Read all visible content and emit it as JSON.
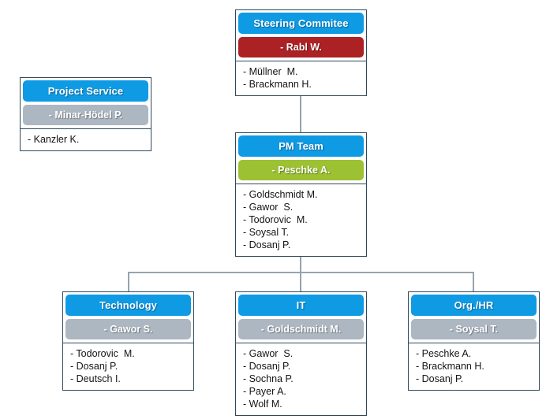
{
  "chart": {
    "type": "org-chart",
    "title": "",
    "background": "#ffffff",
    "colors": {
      "header_blue": "#0f9ae4",
      "lead_red": "#ac2224",
      "lead_green": "#9cc132",
      "lead_gray": "#adb7c2",
      "border": "#2f4a5c",
      "connector": "#97a3ad",
      "text_dark": "#141414",
      "text_light": "#ffffff"
    },
    "nodes": [
      {
        "id": "steering",
        "title": "Steering Commitee",
        "lead": "- Rabl W.",
        "lead_color": "#ac2224",
        "members": [
          "- Müllner  M.",
          "- Brackmann H."
        ]
      },
      {
        "id": "project-service",
        "title": "Project Service",
        "lead": "- Minar-Hödel P.",
        "lead_color": "#adb7c2",
        "members": [
          "- Kanzler K."
        ]
      },
      {
        "id": "pm-team",
        "title": "PM Team",
        "lead": "- Peschke A.",
        "lead_color": "#9cc132",
        "members": [
          "- Goldschmidt M.",
          "- Gawor  S.",
          "- Todorovic  M.",
          "- Soysal T.",
          "- Dosanj P."
        ]
      },
      {
        "id": "technology",
        "title": "Technology",
        "lead": "- Gawor S.",
        "lead_color": "#adb7c2",
        "members": [
          "- Todorovic  M.",
          "- Dosanj P.",
          "- Deutsch I."
        ]
      },
      {
        "id": "it",
        "title": "IT",
        "lead": "- Goldschmidt M.",
        "lead_color": "#adb7c2",
        "members": [
          "- Gawor  S.",
          "- Dosanj P.",
          "- Sochna P.",
          "- Payer A.",
          "- Wolf M."
        ]
      },
      {
        "id": "org-hr",
        "title": "Org./HR",
        "lead": "- Soysal T.",
        "lead_color": "#adb7c2",
        "members": [
          "- Peschke A.",
          "- Brackmann H.",
          "- Dosanj P."
        ]
      }
    ],
    "edges": [
      {
        "from": "steering",
        "to": "pm-team"
      },
      {
        "from": "pm-team",
        "to": "technology"
      },
      {
        "from": "pm-team",
        "to": "it"
      },
      {
        "from": "pm-team",
        "to": "org-hr"
      }
    ]
  }
}
